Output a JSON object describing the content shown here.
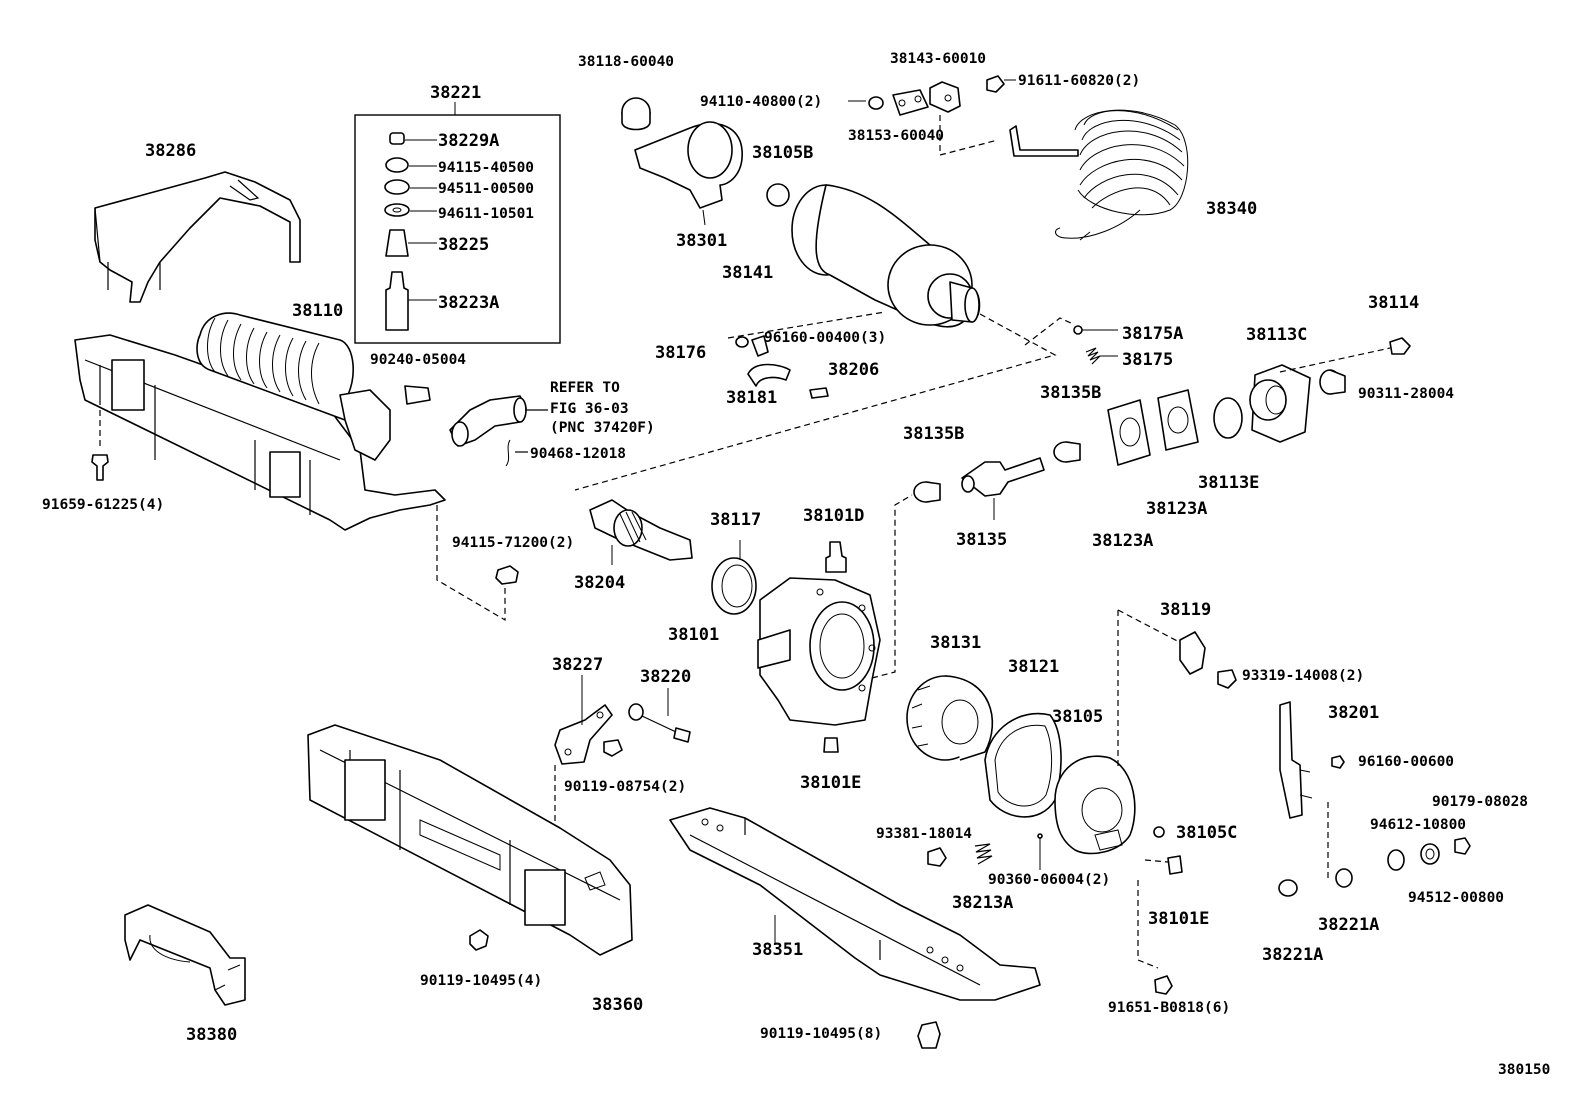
{
  "diagram": {
    "code": "380150",
    "callouts": [
      {
        "id": "p38286",
        "text": "38286"
      },
      {
        "id": "p38221",
        "text": "38221"
      },
      {
        "id": "p38229A",
        "text": "38229A"
      },
      {
        "id": "p94115-40500",
        "text": "94115-40500"
      },
      {
        "id": "p94511-00500",
        "text": "94511-00500"
      },
      {
        "id": "p94611-10501",
        "text": "94611-10501"
      },
      {
        "id": "p38225",
        "text": "38225"
      },
      {
        "id": "p38223A",
        "text": "38223A"
      },
      {
        "id": "p38110",
        "text": "38110"
      },
      {
        "id": "p90240-05004",
        "text": "90240-05004"
      },
      {
        "id": "p91659-61225",
        "text": "91659-61225(4)"
      },
      {
        "id": "p94115-71200",
        "text": "94115-71200(2)"
      },
      {
        "id": "p90468-12018",
        "text": "90468-12018"
      },
      {
        "id": "p38118-60040",
        "text": "38118-60040"
      },
      {
        "id": "p94110-40800",
        "text": "94110-40800(2)"
      },
      {
        "id": "p38143-60010",
        "text": "38143-60010"
      },
      {
        "id": "p91611-60820",
        "text": "91611-60820(2)"
      },
      {
        "id": "p38153-60040",
        "text": "38153-60040"
      },
      {
        "id": "p38105B",
        "text": "38105B"
      },
      {
        "id": "p38301",
        "text": "38301"
      },
      {
        "id": "p38340",
        "text": "38340"
      },
      {
        "id": "p38141",
        "text": "38141"
      },
      {
        "id": "p96160-00400",
        "text": "96160-00400(3)"
      },
      {
        "id": "p38176",
        "text": "38176"
      },
      {
        "id": "p38206",
        "text": "38206"
      },
      {
        "id": "p38181",
        "text": "38181"
      },
      {
        "id": "p38175A",
        "text": "38175A"
      },
      {
        "id": "p38175",
        "text": "38175"
      },
      {
        "id": "p38114",
        "text": "38114"
      },
      {
        "id": "p38113C",
        "text": "38113C"
      },
      {
        "id": "p90311-28004",
        "text": "90311-28004"
      },
      {
        "id": "p38135B-a",
        "text": "38135B"
      },
      {
        "id": "p38135B-b",
        "text": "38135B"
      },
      {
        "id": "p38135",
        "text": "38135"
      },
      {
        "id": "p38123A-a",
        "text": "38123A"
      },
      {
        "id": "p38123A-b",
        "text": "38123A"
      },
      {
        "id": "p38113E",
        "text": "38113E"
      },
      {
        "id": "p38117",
        "text": "38117"
      },
      {
        "id": "p38101D",
        "text": "38101D"
      },
      {
        "id": "p38204",
        "text": "38204"
      },
      {
        "id": "p38101",
        "text": "38101"
      },
      {
        "id": "p38227",
        "text": "38227"
      },
      {
        "id": "p38220",
        "text": "38220"
      },
      {
        "id": "p90119-08754",
        "text": "90119-08754(2)"
      },
      {
        "id": "p38131",
        "text": "38131"
      },
      {
        "id": "p38121",
        "text": "38121"
      },
      {
        "id": "p38101E-a",
        "text": "38101E"
      },
      {
        "id": "p38119",
        "text": "38119"
      },
      {
        "id": "p93319-14008",
        "text": "93319-14008(2)"
      },
      {
        "id": "p38201",
        "text": "38201"
      },
      {
        "id": "p96160-00600",
        "text": "96160-00600"
      },
      {
        "id": "p38105",
        "text": "38105"
      },
      {
        "id": "p38105C",
        "text": "38105C"
      },
      {
        "id": "p90179-08028",
        "text": "90179-08028"
      },
      {
        "id": "p94612-10800",
        "text": "94612-10800"
      },
      {
        "id": "p94512-00800",
        "text": "94512-00800"
      },
      {
        "id": "p93381-18014",
        "text": "93381-18014"
      },
      {
        "id": "p38213A",
        "text": "38213A"
      },
      {
        "id": "p90360-06004",
        "text": "90360-06004(2)"
      },
      {
        "id": "p38101E-b",
        "text": "38101E"
      },
      {
        "id": "p38221A-a",
        "text": "38221A"
      },
      {
        "id": "p38221A-b",
        "text": "38221A"
      },
      {
        "id": "p91651-B0818",
        "text": "91651-B0818(6)"
      },
      {
        "id": "p38351",
        "text": "38351"
      },
      {
        "id": "p38360",
        "text": "38360"
      },
      {
        "id": "p90119-10495-a",
        "text": "90119-10495(4)"
      },
      {
        "id": "p90119-10495-b",
        "text": "90119-10495(8)"
      },
      {
        "id": "p38380",
        "text": "38380"
      }
    ],
    "refer": {
      "line1": "REFER TO",
      "line2": "FIG 36-03",
      "line3": "(PNC 37420F)"
    }
  }
}
